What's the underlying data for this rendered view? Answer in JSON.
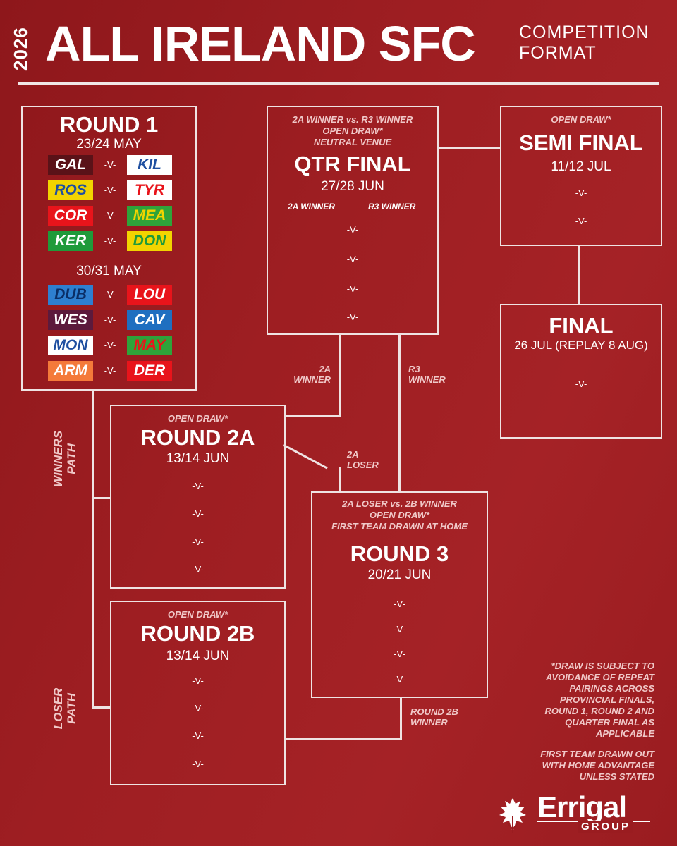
{
  "header": {
    "year": "2026",
    "title": "ALL IRELAND SFC",
    "subtitle_line1": "COMPETITION",
    "subtitle_line2": "FORMAT"
  },
  "round1": {
    "title": "ROUND 1",
    "date1": "23/24 MAY",
    "date2": "30/31 MAY",
    "vs": "-V-",
    "fixtures": [
      {
        "home": "GAL",
        "away": "KIL"
      },
      {
        "home": "ROS",
        "away": "TYR"
      },
      {
        "home": "COR",
        "away": "MEA"
      },
      {
        "home": "KER",
        "away": "DON"
      },
      {
        "home": "DUB",
        "away": "LOU"
      },
      {
        "home": "WES",
        "away": "CAV"
      },
      {
        "home": "MON",
        "away": "MAY"
      },
      {
        "home": "ARM",
        "away": "DER"
      }
    ]
  },
  "qtr": {
    "note1": "2A WINNER vs. R3 WINNER",
    "note2": "OPEN DRAW*",
    "note3": "NEUTRAL VENUE",
    "title": "QTR FINAL",
    "date": "27/28 JUN",
    "col1": "2A WINNER",
    "col2": "R3 WINNER",
    "vs": "-V-"
  },
  "semi": {
    "note": "OPEN DRAW*",
    "title": "SEMI FINAL",
    "date": "11/12 JUL",
    "vs": "-V-"
  },
  "final": {
    "title": "FINAL",
    "date": "26 JUL (REPLAY 8 AUG)",
    "vs": "-V-"
  },
  "round2a": {
    "note": "OPEN DRAW*",
    "title": "ROUND 2A",
    "date": "13/14 JUN",
    "vs": "-V-"
  },
  "round2b": {
    "note": "OPEN DRAW*",
    "title": "ROUND 2B",
    "date": "13/14 JUN",
    "vs": "-V-"
  },
  "round3": {
    "note1": "2A LOSER vs. 2B WINNER",
    "note2": "OPEN DRAW*",
    "note3": "FIRST TEAM DRAWN AT HOME",
    "title": "ROUND 3",
    "date": "20/21 JUN",
    "vs": "-V-"
  },
  "connectors": {
    "a2_winner_l1": "2A",
    "a2_winner_l2": "WINNER",
    "r3_winner_l1": "R3",
    "r3_winner_l2": "WINNER",
    "a2_loser_l1": "2A",
    "a2_loser_l2": "LOSER",
    "r2b_winner_l1": "ROUND 2B",
    "r2b_winner_l2": "WINNER"
  },
  "paths": {
    "winners_l1": "WINNERS",
    "winners_l2": "PATH",
    "loser_l1": "LOSER",
    "loser_l2": "PATH"
  },
  "footnotes": {
    "draw": [
      "*DRAW IS SUBJECT TO",
      "AVOIDANCE OF REPEAT",
      "PAIRINGS ACROSS",
      "PROVINCIAL FINALS,",
      "ROUND 1, ROUND 2 AND",
      "QUARTER FINAL AS",
      "APPLICABLE"
    ],
    "home": [
      "FIRST TEAM DRAWN OUT",
      "WITH HOME ADVANTAGE",
      "UNLESS STATED"
    ]
  },
  "logo": {
    "name": "Errigal",
    "sub": "GROUP"
  },
  "colors": {
    "background": "#9a1c20",
    "line": "#efe3e3",
    "GAL": "#5a1218",
    "KIL": "#ffffff",
    "ROS": "#f2d400",
    "TYR": "#ffffff",
    "COR": "#e8141b",
    "MEA": "#2fa33a",
    "KER": "#1f9a3a",
    "DON": "#f2d400",
    "DUB": "#2e7fd0",
    "LOU": "#e8141b",
    "WES": "#5c1a3c",
    "CAV": "#1f6fc0",
    "MON": "#ffffff",
    "MAY": "#2fa33a",
    "ARM": "#f47a3a",
    "DER": "#e8141b"
  }
}
